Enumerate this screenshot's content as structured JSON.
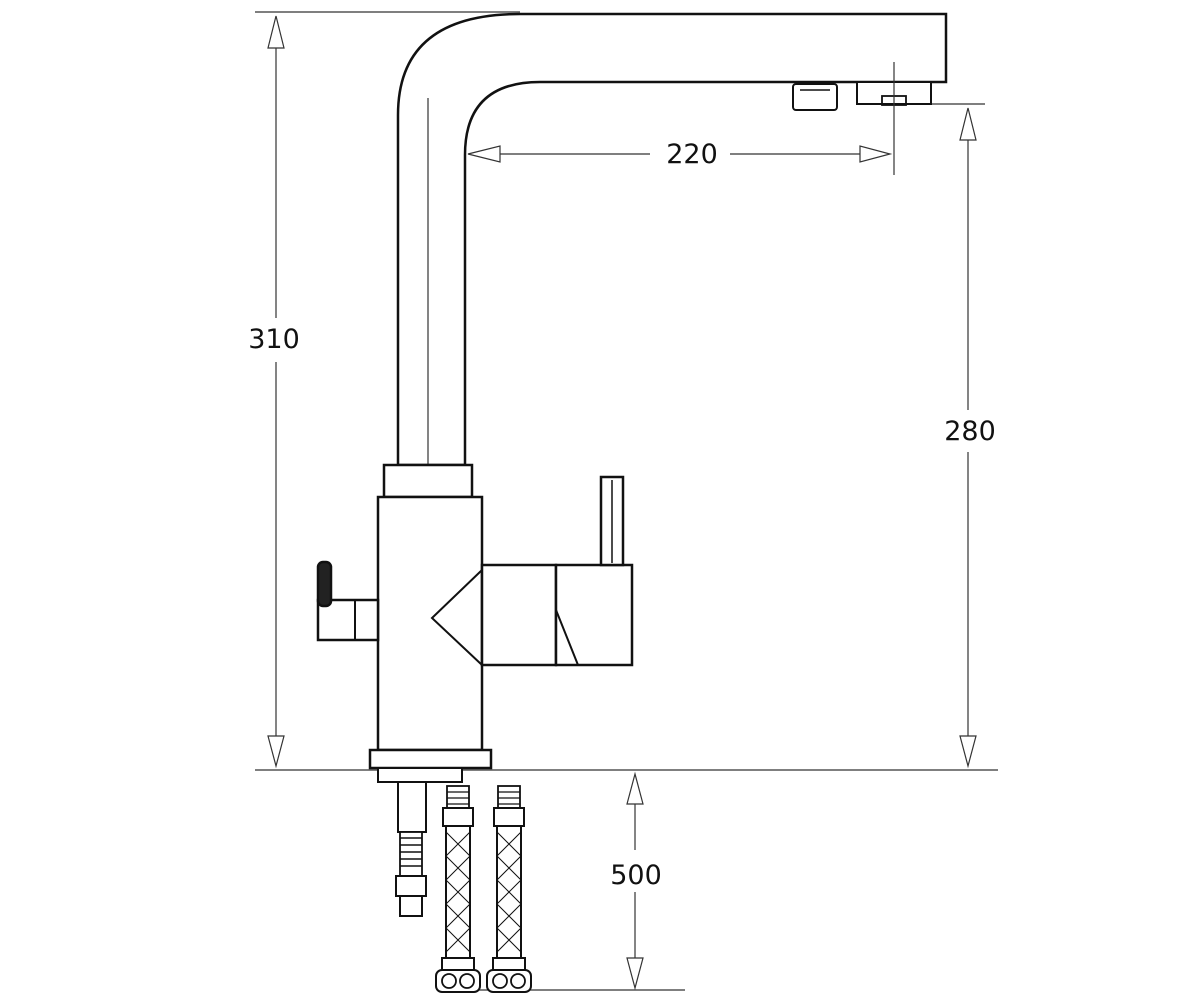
{
  "dimensions": {
    "total_height": "310",
    "spout_height": "280",
    "spout_reach": "220",
    "hose_length": "500"
  },
  "colors": {
    "line": "#111111",
    "background": "#ffffff"
  }
}
